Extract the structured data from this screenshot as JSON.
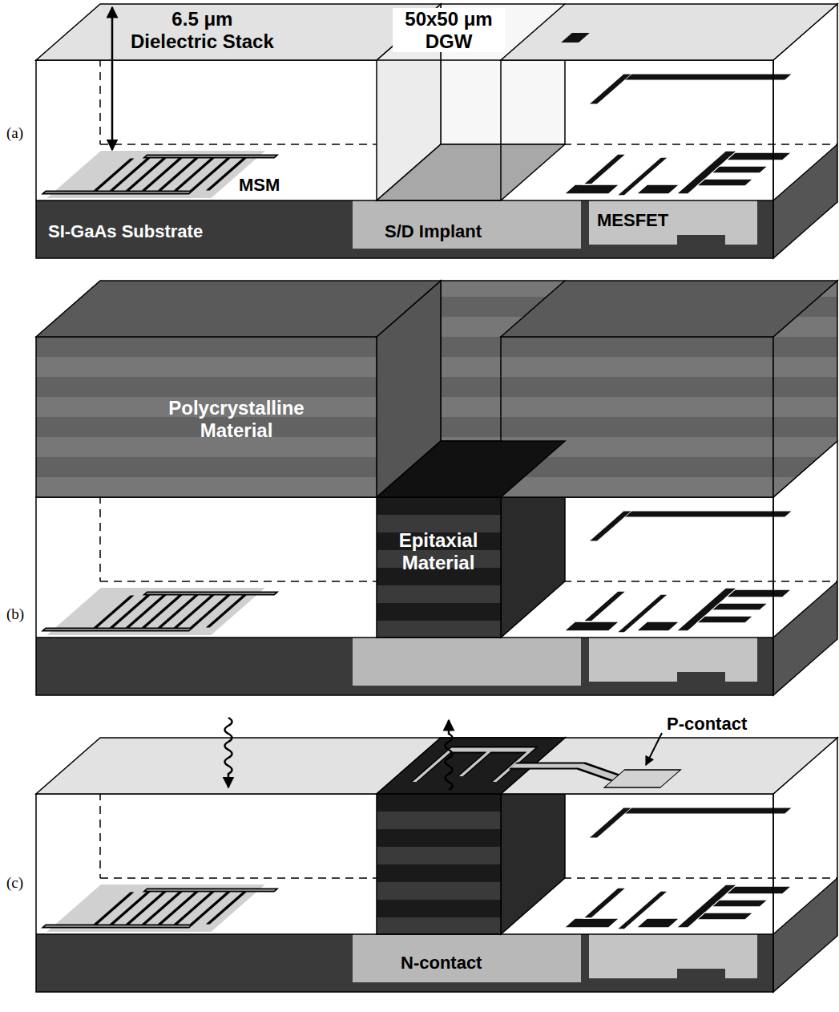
{
  "diagram": {
    "labels": [
      "6.5 μm Dielectric Stack",
      "50x50 μm DGW",
      "MSM",
      "(a)",
      "SI-GaAs Substrate",
      "S/D Implant",
      "MESFET",
      "Polycrystalline Material",
      "Epitaxial Material",
      "(b)",
      "P-contact",
      "(c)",
      "N-contact"
    ]
  }
}
